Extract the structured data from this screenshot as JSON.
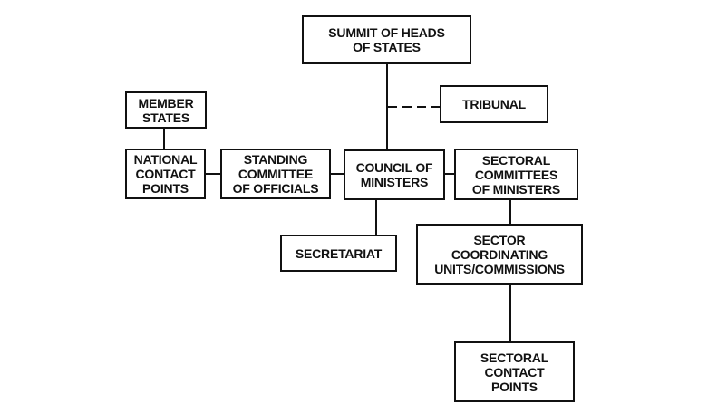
{
  "nodes": {
    "summit": "SUMMIT OF HEADS\nOF STATES",
    "tribunal": "TRIBUNAL",
    "member_states": "MEMBER\nSTATES",
    "national_contact_points": "NATIONAL\nCONTACT\nPOINTS",
    "standing_committee": "STANDING\nCOMMITTEE\nOF OFFICIALS",
    "council": "COUNCIL OF\nMINISTERS",
    "sectoral_committees": "SECTORAL\nCOMMITTEES\nOF MINISTERS",
    "secretariat": "SECRETARIAT",
    "sector_coordinating_units": "SECTOR\nCOORDINATING\nUNITS/COMMISSIONS",
    "sectoral_contact_points": "SECTORAL\nCONTACT\nPOINTS"
  },
  "colors": {
    "line": "#111111",
    "box_border": "#111111",
    "background": "#ffffff"
  }
}
